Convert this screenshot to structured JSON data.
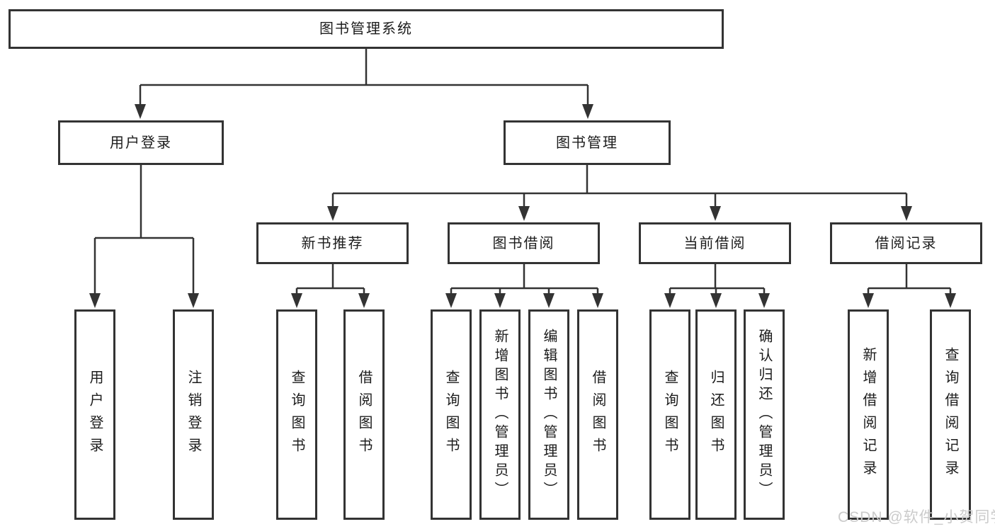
{
  "diagram": {
    "type": "hierarchy",
    "title": "图书管理系统",
    "colors": {
      "line": "#333333",
      "border": "#333333",
      "text": "#1c1c1c",
      "background": "#ffffff",
      "watermark": "#cbcbcb"
    },
    "root": {
      "label": "图书管理系统"
    },
    "branches": [
      {
        "label": "用户登录",
        "children": [
          {
            "label": "用户登录"
          },
          {
            "label": "注销登录"
          }
        ]
      },
      {
        "label": "图书管理",
        "children": [
          {
            "label": "新书推荐",
            "children": [
              {
                "label": "查询图书"
              },
              {
                "label": "借阅图书"
              }
            ]
          },
          {
            "label": "图书借阅",
            "children": [
              {
                "label": "查询图书"
              },
              {
                "label": "新增图书（管理员）"
              },
              {
                "label": "编辑图书（管理员）"
              },
              {
                "label": "借阅图书"
              }
            ]
          },
          {
            "label": "当前借阅",
            "children": [
              {
                "label": "查询图书"
              },
              {
                "label": "归还图书"
              },
              {
                "label": "确认归还（管理员）"
              }
            ]
          },
          {
            "label": "借阅记录",
            "children": [
              {
                "label": "新增借阅记录"
              },
              {
                "label": "查询借阅记录"
              }
            ]
          }
        ]
      }
    ],
    "watermark": "CSDN @软件_小贺同学"
  }
}
